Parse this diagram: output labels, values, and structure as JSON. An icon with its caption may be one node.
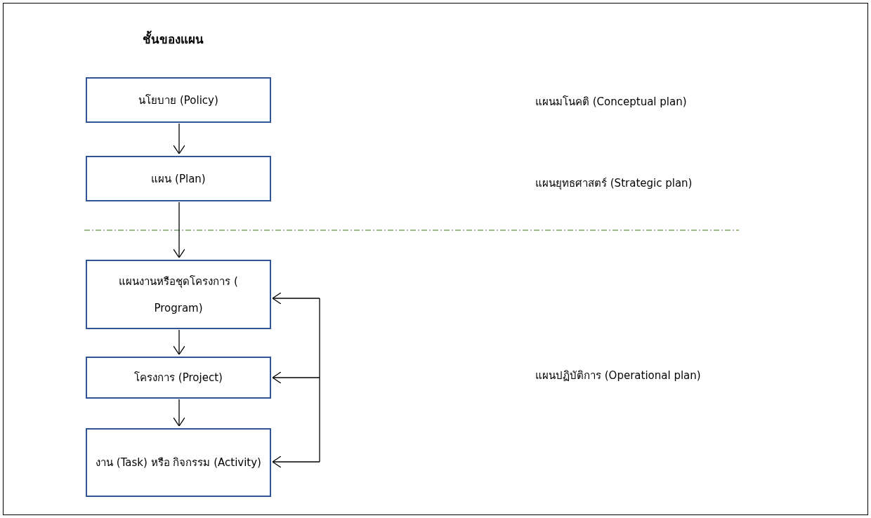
{
  "diagram": {
    "title": "ชั้นของแผน",
    "nodes": [
      {
        "text": [
          "นโยบาย (Policy)"
        ]
      },
      {
        "text": [
          "แผน (Plan)"
        ]
      },
      {
        "text": [
          "แผนงานหรือชุดโครงการ ( Program)"
        ]
      },
      {
        "text": [
          "โครงการ (Project)"
        ]
      },
      {
        "text": [
          "งาน (Task) หรือ กิจกรรม (Activity)"
        ]
      }
    ],
    "edges": [
      {
        "from": 0,
        "to": 1,
        "arrow": "to"
      },
      {
        "from": 1,
        "to": 2,
        "arrow": "to"
      },
      {
        "from": 2,
        "to": 3,
        "arrow": "to"
      },
      {
        "from": 3,
        "to": 4,
        "arrow": "to"
      },
      {
        "from": null,
        "to": 2,
        "arrow": "to"
      },
      {
        "from": null,
        "to": 3,
        "arrow": "to"
      },
      {
        "from": null,
        "to": 4,
        "arrow": "to"
      }
    ],
    "labels": [
      "แผนมโนคติ (Conceptual plan)",
      "แผนยุทธศาสตร์ (Strategic plan)",
      "แผนปฏิบัติการ (Operational plan)"
    ]
  }
}
